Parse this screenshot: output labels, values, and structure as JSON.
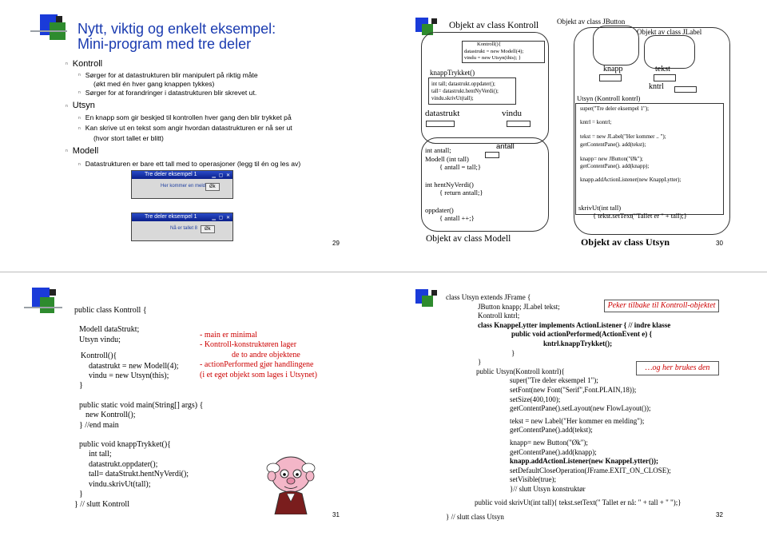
{
  "slide29": {
    "title_line1": "Nytt, viktig og enkelt eksempel:",
    "title_line2": "Mini-program med tre deler",
    "sections": [
      {
        "heading": "Kontroll",
        "items": [
          "Sørger for at datastrukturen blir manipulert på riktig måte",
          "(økt med én hver gang knappen tykkes)",
          "Sørger for at forandringer i datastrukturen blir skrevet ut."
        ]
      },
      {
        "heading": "Utsyn",
        "items": [
          "En knapp som gir beskjed til kontrollen hver gang den blir trykket på",
          "Kan skrive ut en tekst som angir hvordan datastrukturen er nå ser ut",
          "(hvor stort tallet er blitt)"
        ]
      },
      {
        "heading": "Modell",
        "items": [
          "Datastrukturen er bare ett tall med to operasjoner (legg til én og les av)"
        ]
      }
    ],
    "window1": {
      "title": "Tre deler eksempel 1",
      "label": "Her kommer en melding",
      "button": "Øk"
    },
    "window2": {
      "title": "Tre deler eksempel 1",
      "label": "Nå er tallet 8",
      "button": "Øk"
    },
    "page_number": "29"
  },
  "slide30": {
    "kontroll_title": "Objekt av class Kontroll",
    "kontroll_code": [
      "Kontroll(){",
      "datastrukt = new Modell(4);",
      "vindu = new Utsyn(this); }"
    ],
    "knapptrykket": "knappTrykket()",
    "knapptrykket_code": [
      "int tall;     datastrukt.oppdater();",
      "tall=  datastrukt.hentNyVerdi();",
      "vindu.skrivUt(tall);"
    ],
    "datastrukt_label": "datastrukt",
    "vindu_label": "vindu",
    "modell_code": [
      "int antall;",
      "Modell (int tall)",
      "{ antall = tall;}",
      "int hentNyVerdi()",
      "{ return antall;}",
      "oppdater()",
      "{ antall ++;}"
    ],
    "antall_label": "antall",
    "modell_title": "Objekt av class Modell",
    "jbutton_title": "Objekt av class JButton",
    "jlabel_title": "Objekt av class JLabel",
    "knapp_label": "knapp",
    "tekst_label": "tekst",
    "kntrl_label": "kntrl",
    "utsyn_code": [
      "Utsyn (Kontroll kontrl)",
      "super(\"Tre deler eksempel 1\");",
      "kntrl = kontrl;",
      "tekst = new JLabel(\"Her kommer .. \");",
      "getContentPane(). add(tekst);",
      "knapp= new JButton(\"Øk\");",
      "getContentPane(). add(knapp);",
      "knapp.addActionListener(new KnappLytter);",
      "skrivUt(int tall)",
      "{ tekst.setText(\"Tallet er \" + tall);}"
    ],
    "utsyn_title": "Objekt av class Utsyn",
    "page_number": "30"
  },
  "slide31": {
    "code": [
      "public class Kontroll {",
      "Modell dataStrukt;",
      "Utsyn vindu;",
      "Kontroll(){",
      "datastrukt = new Modell(4);",
      "vindu = new Utsyn(this);",
      "}",
      "public static void main(String[] args) {",
      "new Kontroll();",
      "} //end main",
      "public void knappTrykket(){",
      "int tall;",
      "datastrukt.oppdater();",
      "tall= dataStrukt.hentNyVerdi();",
      "vindu.skrivUt(tall);",
      "}",
      "} // slutt Kontroll"
    ],
    "notes": [
      "- main er minimal",
      "- Kontroll-konstruktøren lager",
      "de to andre objektene",
      "- actionPerformed gjør handlingene",
      "(i et eget objekt som lages i Utsynet)"
    ],
    "page_number": "31"
  },
  "slide32": {
    "code": [
      "class Utsyn extends JFrame {",
      "JButton knapp;   JLabel tekst;",
      "Kontroll kntrl;",
      "class KnappeLytter implements ActionListener { // indre klasse",
      "public void actionPerformed(ActionEvent e) {",
      "kntrl.knappTrykket();",
      "}",
      "}",
      "public Utsyn(Kontroll kontrl){",
      "super(\"Tre deler eksempel 1\");",
      "setFont(new Font(\"Serif\",Font.PLAIN,18));",
      "setSize(400,100);",
      "getContentPane().setLayout(new FlowLayout());",
      "tekst = new Label(\"Her kommer en melding\");",
      "getContentPane().add(tekst);",
      "knapp= new Button(\"Øk\");",
      "getContentPane().add(knapp);",
      "knapp.addActionListener(new KnappeLytter());",
      "setDefaultCloseOperation(JFrame.EXIT_ON_CLOSE);",
      "setVisible(true);",
      "}// slutt Utsyn konstruktør",
      "public void  skrivUt(int tall){ tekst.setText(\" Tallet er nå: \" + tall + \"  \");}",
      "} // slutt class Utsyn"
    ],
    "callout1": "Peker tilbake til Kontroll-objektet",
    "callout2": "…og her brukes den",
    "page_number": "32"
  }
}
